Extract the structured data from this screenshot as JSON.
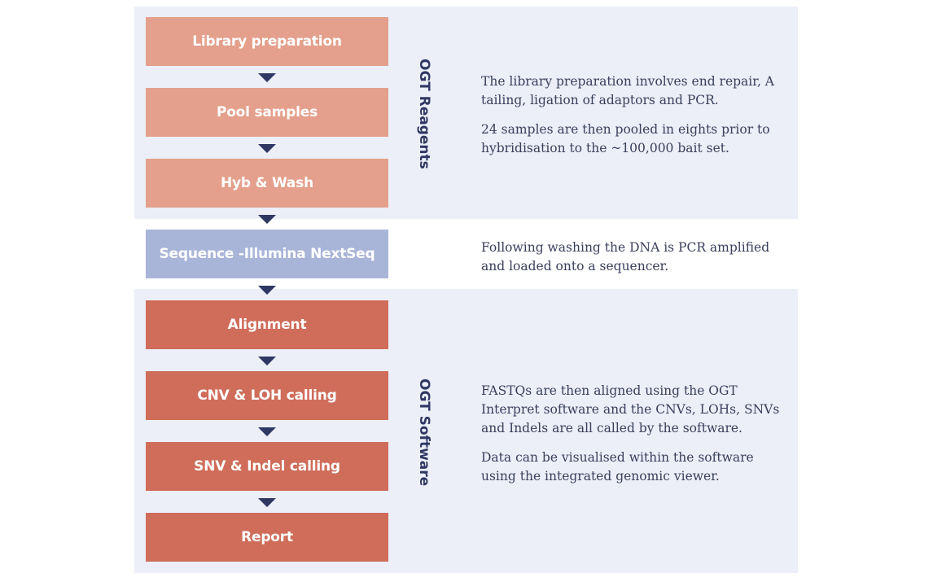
{
  "colors": {
    "band_background": "#eceff8",
    "reagent_step": "#e4a08c",
    "sequencing_step": "#a9b5d8",
    "software_step": "#cf6d5a",
    "arrow": "#2f3763",
    "label_text": "#2f3763",
    "body_text": "#3a3f5c"
  },
  "groups": {
    "reagents_label": "OGT Reagents",
    "software_label": "OGT Software"
  },
  "steps": [
    {
      "label": "Library preparation"
    },
    {
      "label": "Pool samples"
    },
    {
      "label": "Hyb & Wash"
    },
    {
      "label": "Sequence -Illumina NextSeq"
    },
    {
      "label": "Alignment"
    },
    {
      "label": "CNV & LOH calling"
    },
    {
      "label": "SNV & Indel calling"
    },
    {
      "label": "Report"
    }
  ],
  "descriptions": {
    "reagents": [
      "The library preparation involves end repair, A tailing, ligation of adaptors and PCR.",
      "24 samples are then pooled in eights prior to hybridisation to the ~100,000 bait set."
    ],
    "sequencing": [
      "Following washing the DNA is PCR amplified and loaded onto a sequencer."
    ],
    "software": [
      "FASTQs are then aligned using the OGT Interpret software and the CNVs, LOHs, SNVs and Indels are all called by the software.",
      "Data can be visualised within the software using the integrated genomic viewer."
    ]
  }
}
